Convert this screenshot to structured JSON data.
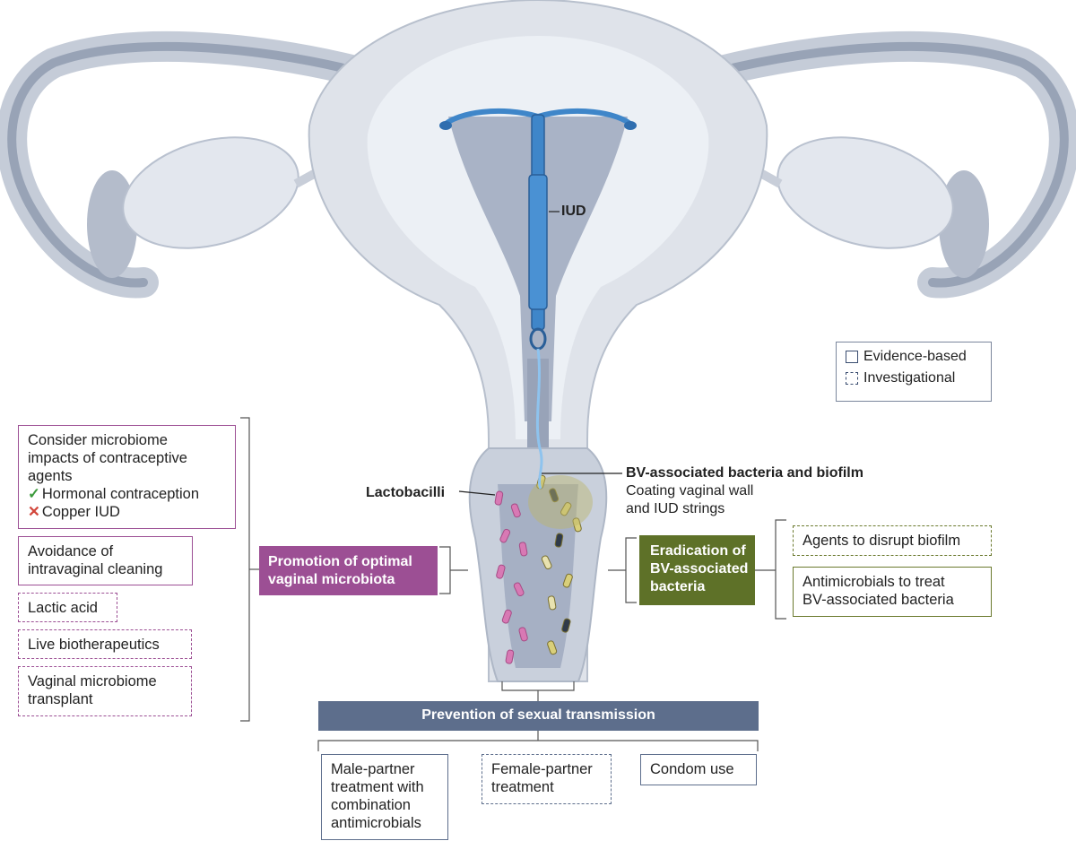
{
  "labels": {
    "iud": "IUD",
    "lactobacilli": "Lactobacilli",
    "bv_title": "BV-associated bacteria and biofilm",
    "bv_sub_1": "Coating vaginal wall",
    "bv_sub_2": "and IUD strings"
  },
  "legend": {
    "evidence": "Evidence-based",
    "investigational": "Investigational"
  },
  "promotion": {
    "title_1": "Promotion of optimal",
    "title_2": "vaginal microbiota",
    "color": "#9c4f94",
    "contraceptive": {
      "line_1": "Consider microbiome",
      "line_2": "impacts of contraceptive",
      "line_3": "agents",
      "hormonal": "Hormonal contraception",
      "copper": "Copper IUD"
    },
    "avoidance_1": "Avoidance of",
    "avoidance_2": "intravaginal cleaning",
    "lactic": "Lactic acid",
    "live": "Live biotherapeutics",
    "transplant_1": "Vaginal microbiome",
    "transplant_2": "transplant"
  },
  "eradication": {
    "title_1": "Eradication of",
    "title_2": "BV-associated",
    "title_3": "bacteria",
    "color": "#5e7128",
    "biofilm": "Agents to disrupt biofilm",
    "antimicrobials_1": "Antimicrobials to treat",
    "antimicrobials_2": "BV-associated bacteria"
  },
  "prevention": {
    "title": "Prevention of sexual transmission",
    "color": "#5d6e8c",
    "male_1": "Male-partner",
    "male_2": "treatment with",
    "male_3": "combination",
    "male_4": "antimicrobials",
    "female_1": "Female-partner",
    "female_2": "treatment",
    "condom": "Condom use"
  }
}
